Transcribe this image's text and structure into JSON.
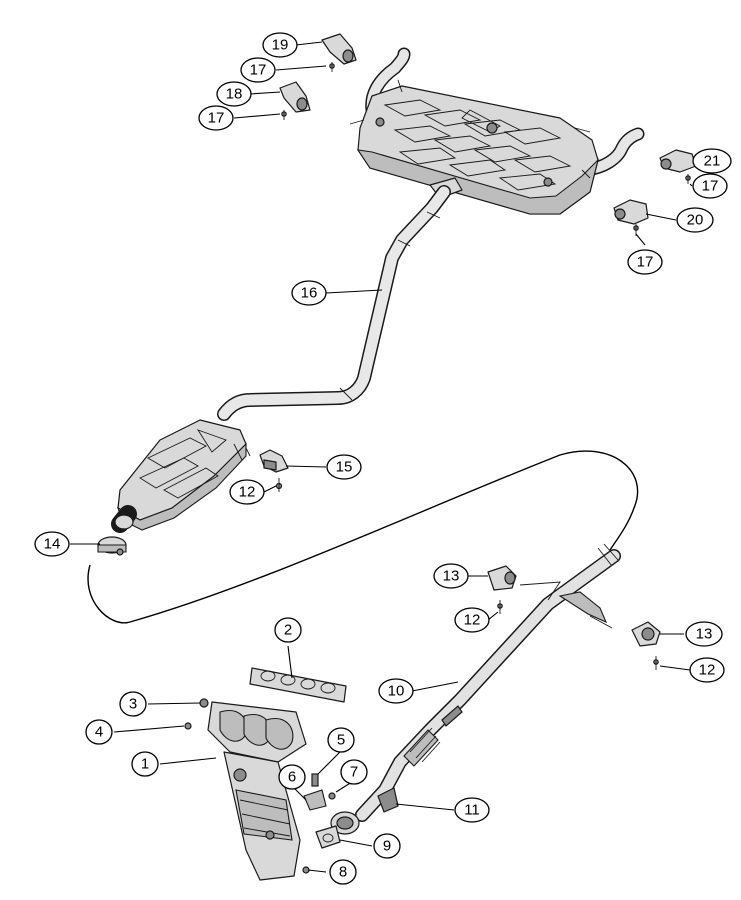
{
  "callouts": {
    "c1": "1",
    "c2": "2",
    "c3": "3",
    "c4": "4",
    "c5": "5",
    "c6": "6",
    "c7": "7",
    "c8": "8",
    "c9": "9",
    "c10": "10",
    "c11": "11",
    "c12a": "12",
    "c12b": "12",
    "c12c": "12",
    "c13a": "13",
    "c13b": "13",
    "c14": "14",
    "c15": "15",
    "c16": "16",
    "c17a": "17",
    "c17b": "17",
    "c17c": "17",
    "c17d": "17",
    "c18": "18",
    "c19": "19",
    "c20": "20",
    "c21": "21"
  },
  "colors": {
    "line": "#1a1a1a",
    "part_fill": "#d9d9d9",
    "part_shadow": "#8c8c8c",
    "background": "#ffffff"
  }
}
